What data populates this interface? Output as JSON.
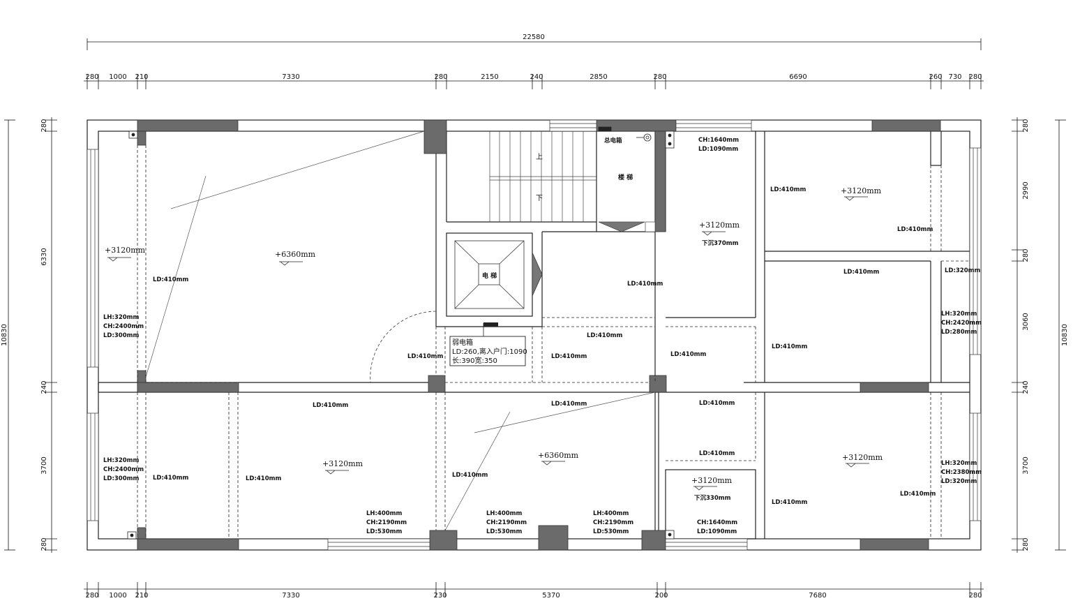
{
  "dims": {
    "overall_top": "22580",
    "top_segments": [
      "280",
      "1000",
      "210",
      "7330",
      "280",
      "2150",
      "240",
      "2850",
      "280",
      "6690",
      "260",
      "730",
      "280"
    ],
    "bottom_segments": [
      "280",
      "1000",
      "210",
      "7330",
      "230",
      "5370",
      "200",
      "7680",
      "280"
    ],
    "left_segments": [
      "280",
      "6330",
      "240",
      "3700",
      "280"
    ],
    "left_total": "10830",
    "right_segments": [
      "280",
      "2990",
      "280",
      "3060",
      "240",
      "3700",
      "280"
    ],
    "right_total": "10830"
  },
  "elevations": {
    "e1": "+3120mm",
    "e2": "+6360mm",
    "e3": "+3120mm",
    "e4": "+3120mm",
    "e5": "+3120mm",
    "e6": "+6360mm",
    "e7": "+3120mm",
    "e8": "+3120mm"
  },
  "rooms": {
    "stair_up": "上",
    "stair_down": "下",
    "stair_room": "楼 梯",
    "elevator": "电 梯",
    "main_box": "总电箱",
    "weak_box": {
      "title": "弱电箱",
      "line1": "LD:260,离入户门:1090",
      "line2": "长:390宽:350"
    },
    "sink1": "下沉370mm",
    "sink2": "下沉330mm"
  },
  "labels": {
    "ld410": "LD:410mm",
    "ld320": "LD:320mm",
    "lh320": "LH:320mm",
    "ch2400": "CH:2400mm",
    "ld300": "LD:300mm",
    "ch1640": "CH:1640mm",
    "ld1090": "LD:1090mm",
    "ch2420": "CH:2420mm",
    "ld280": "LD:280mm",
    "ch2380": "CH:2380mm",
    "lh400": "LH:400mm",
    "ch2190": "CH:2190mm",
    "ld530": "LD:530mm"
  }
}
